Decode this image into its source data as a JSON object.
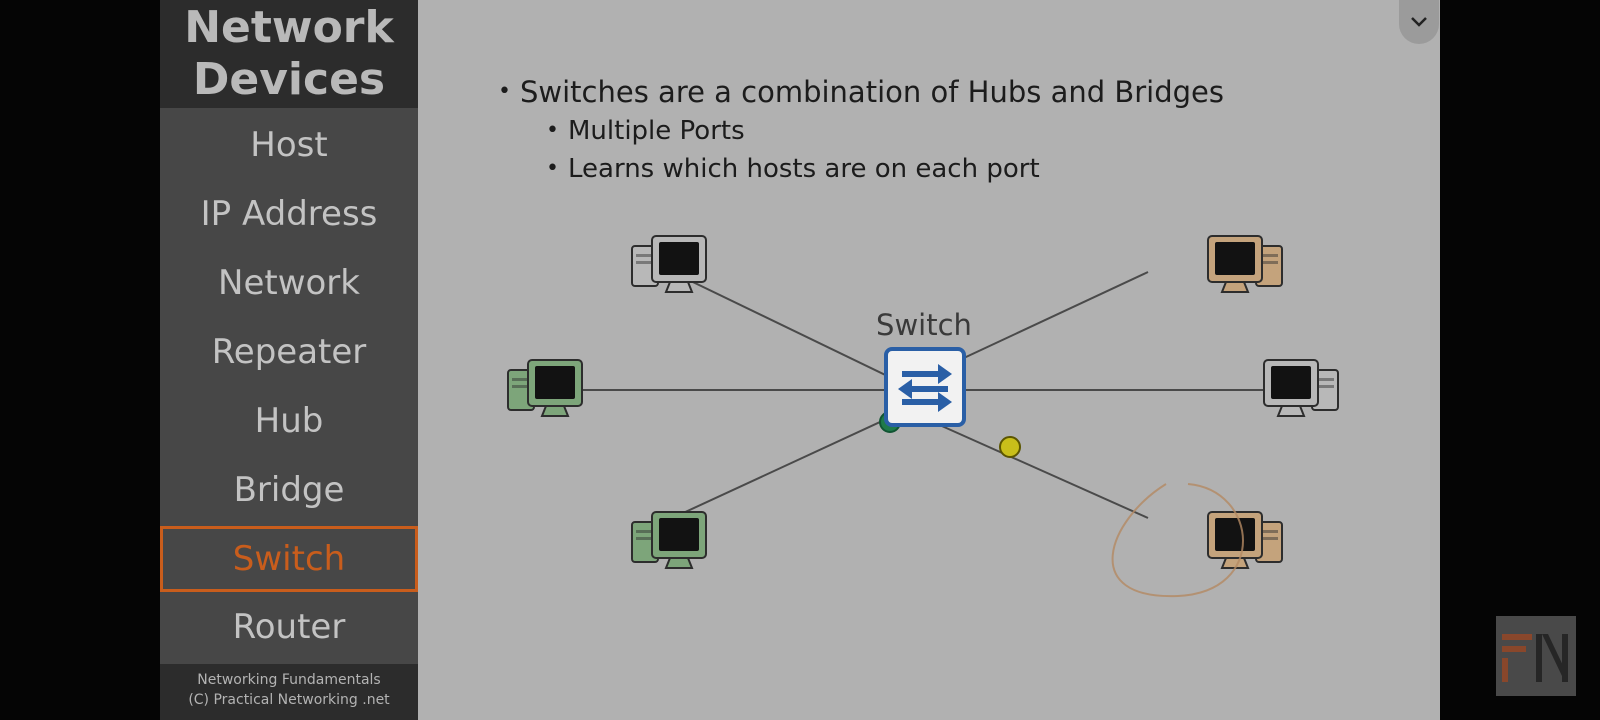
{
  "sidebar": {
    "title_line1": "Network",
    "title_line2": "Devices",
    "items": [
      {
        "label": "Host"
      },
      {
        "label": "IP Address"
      },
      {
        "label": "Network"
      },
      {
        "label": "Repeater"
      },
      {
        "label": "Hub"
      },
      {
        "label": "Bridge"
      },
      {
        "label": "Switch",
        "active": true
      },
      {
        "label": "Router"
      }
    ],
    "footer_line1": "Networking Fundamentals",
    "footer_line2": "(C) Practical Networking .net"
  },
  "slide": {
    "bullet_main": "Switches are a combination of Hubs and Bridges",
    "sub_bullets": [
      "Multiple Ports",
      "Learns which hosts are on each port"
    ],
    "switch_label": "Switch"
  },
  "colors": {
    "accent": "#c95d1c",
    "switch_blue": "#2a5fa6",
    "host_green": "#7da57a",
    "host_tan": "#c4a37c",
    "host_gray": "#b8b8b8",
    "frame_yellow": "#c9bf1a",
    "frame_green": "#1f7a4a"
  },
  "icons": {
    "collapse": "chevron-down-icon",
    "switch": "switch-arrows-icon",
    "host": "computer-icon",
    "watermark": "pn-logo-icon"
  }
}
